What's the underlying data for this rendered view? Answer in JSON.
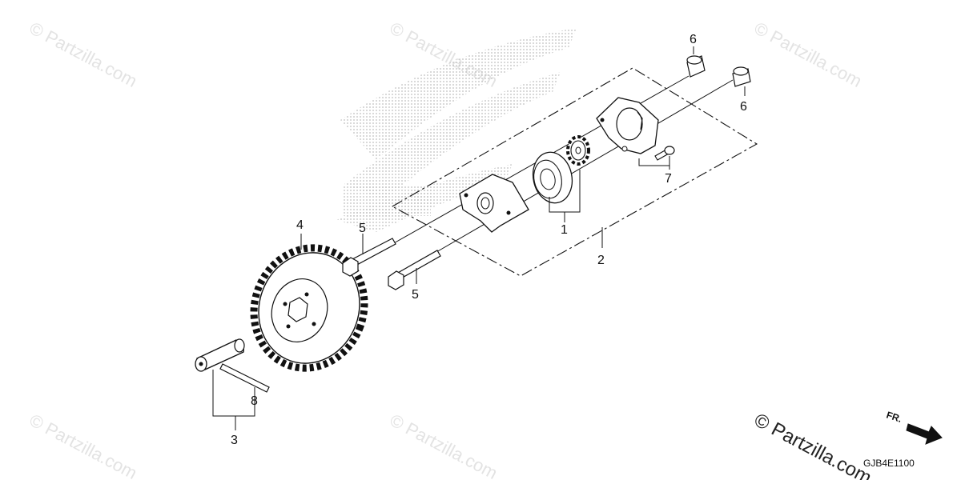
{
  "callouts": [
    "1",
    "2",
    "3",
    "4",
    "5",
    "5",
    "6",
    "6",
    "7",
    "8"
  ],
  "watermark": "© Partzilla.com",
  "corner_watermark": "© Partzilla.com",
  "diagram_code": "GJB4E1100",
  "direction_label": "FR.",
  "colors": {
    "line": "#111111",
    "watermark": "#e3e3e3",
    "dots": "#bdbdbd"
  }
}
